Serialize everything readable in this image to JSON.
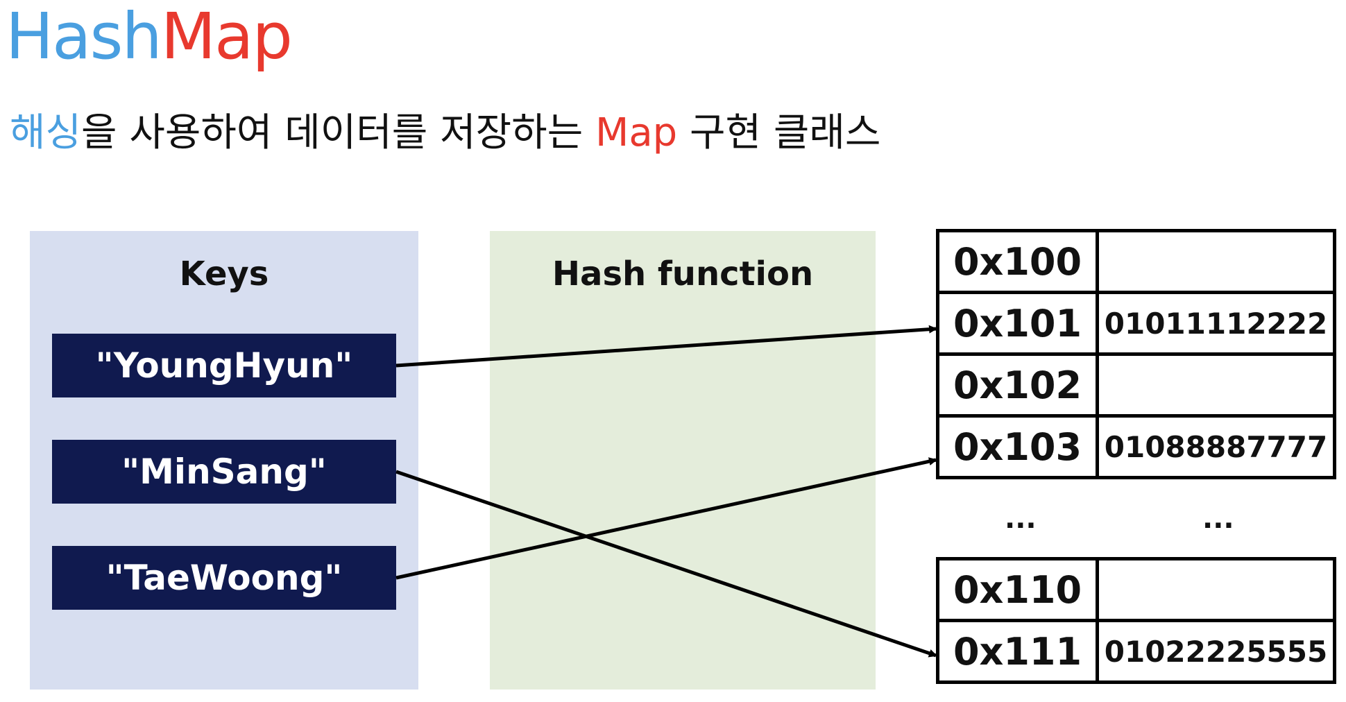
{
  "title": {
    "part1": "Hash",
    "part2": "Map",
    "color1": "#4a9fe0",
    "color2": "#e8392e"
  },
  "subtitle": {
    "highlight": "해싱",
    "text_before_map": "을 사용하여 데이터를 저장하는 ",
    "map_word": "Map",
    "text_after_map": " 구현 클래스",
    "highlight_color": "#4a9fe0",
    "map_color": "#e8392e"
  },
  "panels": {
    "keys": {
      "title": "Keys",
      "color": "#d7def0"
    },
    "hash": {
      "title": "Hash function",
      "color": "#e4eddb"
    }
  },
  "keys": [
    {
      "label": "\"YoungHyun\""
    },
    {
      "label": "\"MinSang\""
    },
    {
      "label": "\"TaeWoong\""
    }
  ],
  "key_color": "#101a4f",
  "buckets": [
    {
      "address": "0x100",
      "value": ""
    },
    {
      "address": "0x101",
      "value": "01011112222"
    },
    {
      "address": "0x102",
      "value": ""
    },
    {
      "address": "0x103",
      "value": "01088887777"
    },
    {
      "address": "0x110",
      "value": ""
    },
    {
      "address": "0x111",
      "value": "01022225555"
    }
  ],
  "ellipsis": {
    "address": "...",
    "value": "..."
  },
  "mappings": [
    {
      "key": "\"YoungHyun\"",
      "address": "0x101"
    },
    {
      "key": "\"MinSang\"",
      "address": "0x111"
    },
    {
      "key": "\"TaeWoong\"",
      "address": "0x103"
    }
  ]
}
